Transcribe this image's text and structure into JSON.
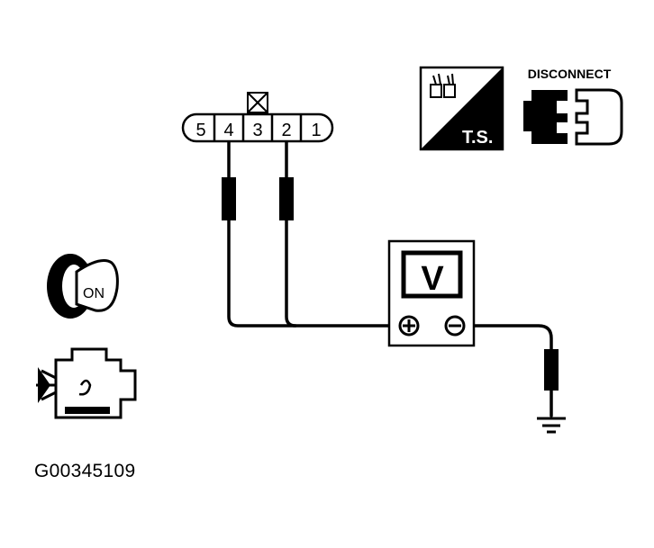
{
  "connector": {
    "pins": [
      "5",
      "4",
      "3",
      "2",
      "1"
    ],
    "unused_pin": "3"
  },
  "voltmeter": {
    "symbol": "V",
    "positive_terminal": "+",
    "negative_terminal": "-"
  },
  "ignition": {
    "key_label": "ON"
  },
  "icons": {
    "test_symbol_label": "T.S.",
    "disconnect_label": "DISCONNECT",
    "ignition_icon": "ignition-key-icon",
    "engine_icon": "engine-icon",
    "ground_icon": "ground-icon"
  },
  "figure_code": "G00345109",
  "colors": {
    "line": "#000000",
    "background": "#ffffff"
  }
}
